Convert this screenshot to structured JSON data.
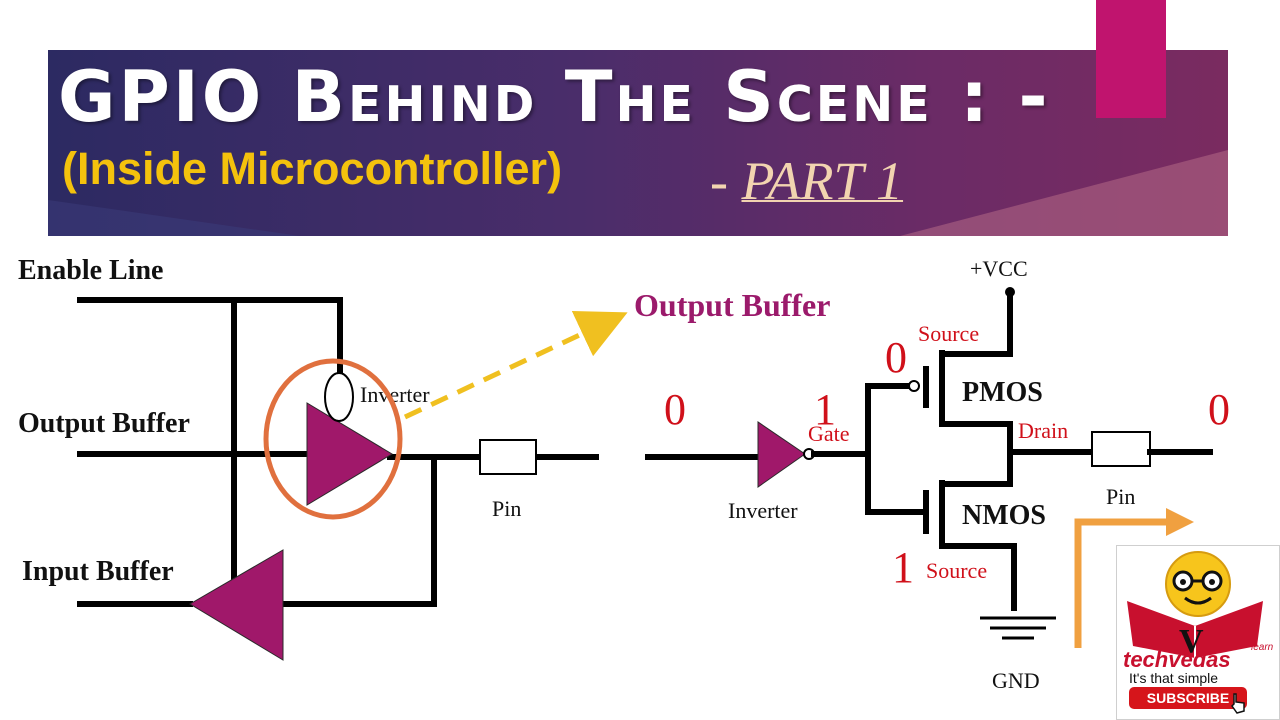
{
  "banner": {
    "title": "GPIO Behind The Scene : -",
    "subtitle": "(Inside Microcontroller)",
    "part_dash": "- ",
    "part_label": "PART 1",
    "colors": {
      "title": "#ffffff",
      "subtitle": "#f4c20d",
      "part": "#f2d4b0",
      "accent_bar": "#c0146e"
    }
  },
  "left_diagram": {
    "enable_line": "Enable Line",
    "output_buffer": "Output Buffer",
    "input_buffer": "Input Buffer",
    "inverter": "Inverter",
    "pin": "Pin"
  },
  "callout": {
    "label": "Output Buffer",
    "color": "#9b1a6b"
  },
  "right_diagram": {
    "vcc": "+VCC",
    "source_top": "Source",
    "source_top_value": "0",
    "input_value": "0",
    "gate_value": "1",
    "gate": "Gate",
    "pmos": "PMOS",
    "drain": "Drain",
    "output_value": "0",
    "inverter": "Inverter",
    "pin": "Pin",
    "nmos": "NMOS",
    "source_bottom_value": "1",
    "source_bottom": "Source",
    "gnd": "GND"
  },
  "logo": {
    "brand": "techvedas",
    "sub_brand": "learn",
    "tagline": "It's that simple",
    "subscribe_label": "SUBSCRIBE",
    "big_letter": "V"
  }
}
